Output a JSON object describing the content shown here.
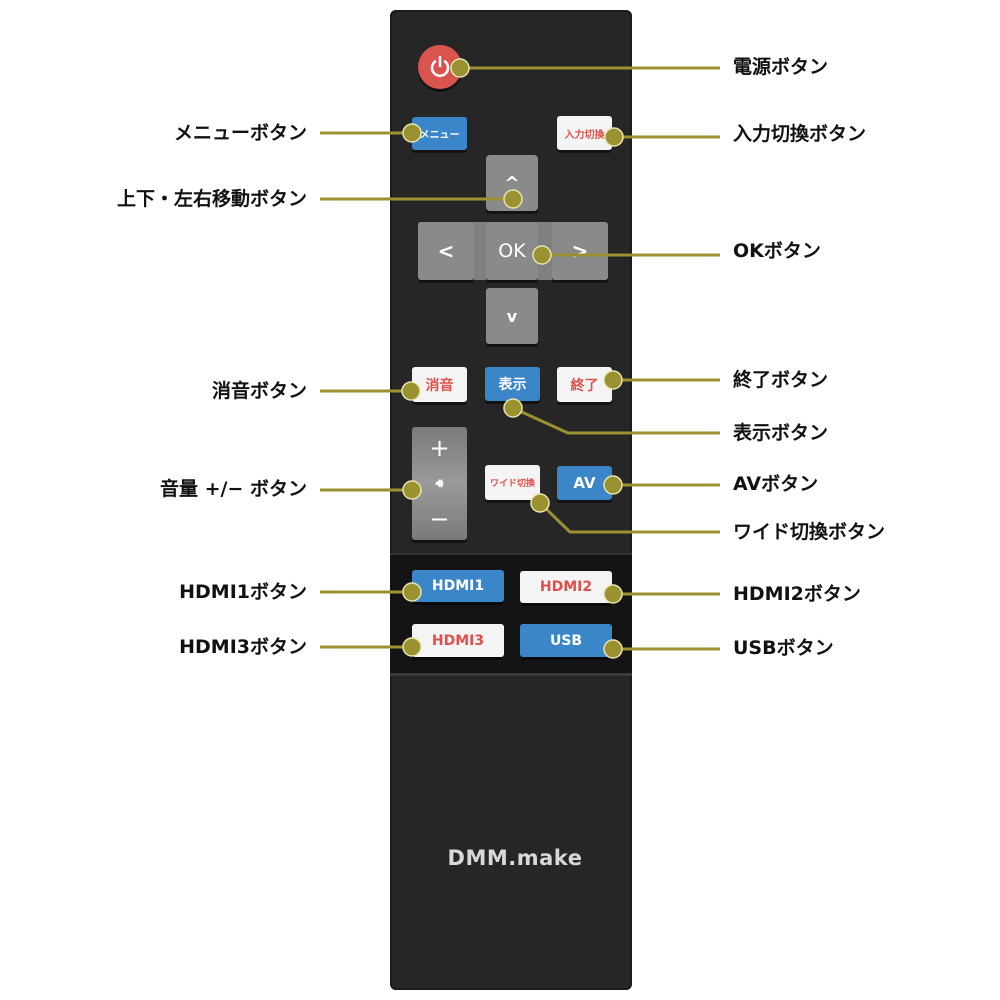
{
  "remote": {
    "buttons": {
      "menu": "メニュー",
      "input_switch": "入力切換",
      "up": "^",
      "left": "<",
      "ok": "OK",
      "right": ">",
      "down": "v",
      "mute": "消音",
      "display": "表示",
      "exit": "終了",
      "vol_plus": "+",
      "vol_minus": "−",
      "wide": "ワイド切換",
      "av": "AV",
      "hdmi1": "HDMI1",
      "hdmi2": "HDMI2",
      "hdmi3": "HDMI3",
      "usb": "USB"
    },
    "logo": "DMM.make"
  },
  "callouts": {
    "left": [
      "メニューボタン",
      "上下・左右移動ボタン",
      "消音ボタン",
      "音量 +/− ボタン",
      "HDMI1ボタン",
      "HDMI3ボタン"
    ],
    "right": [
      "電源ボタン",
      "入力切換ボタン",
      "OKボタン",
      "終了ボタン",
      "表示ボタン",
      "AVボタン",
      "ワイド切換ボタン",
      "HDMI2ボタン",
      "USBボタン"
    ]
  },
  "colors": {
    "leader": "#9a9230",
    "blue": "#3a86c8",
    "red": "#d9534f"
  }
}
